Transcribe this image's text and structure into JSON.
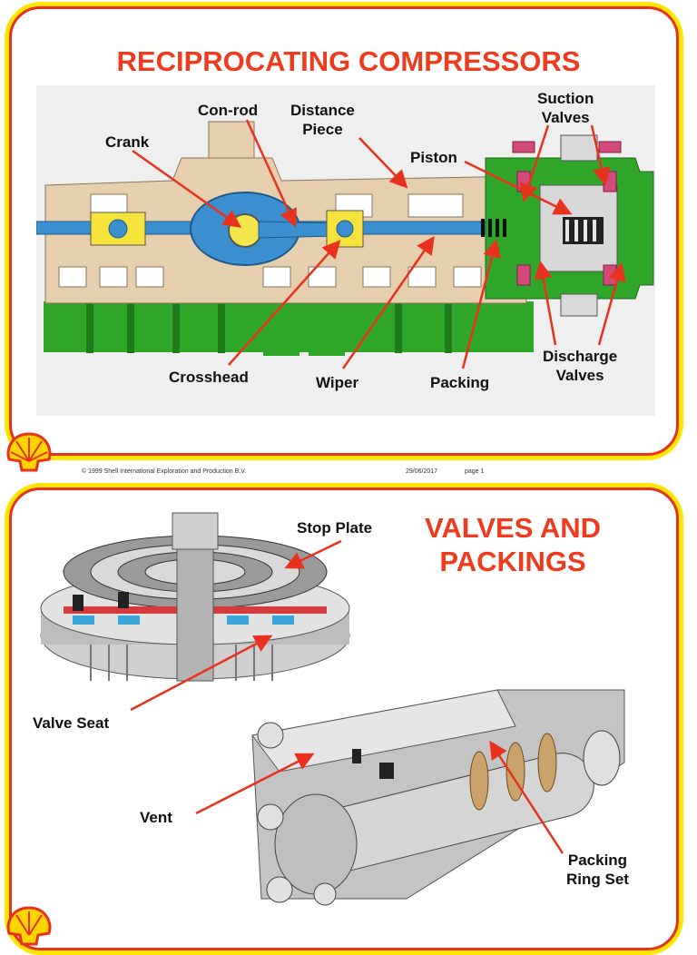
{
  "slide1": {
    "title": "RECIPROCATING COMPRESSORS",
    "labels": {
      "crank": "Crank",
      "conrod": "Con-rod",
      "distance_piece_line1": "Distance",
      "distance_piece_line2": "Piece",
      "piston": "Piston",
      "suction_line1": "Suction",
      "suction_line2": "Valves",
      "crosshead": "Crosshead",
      "wiper": "Wiper",
      "packing": "Packing",
      "discharge_line1": "Discharge",
      "discharge_line2": "Valves"
    },
    "footer": {
      "copyright": "© 1999 Shell International Exploration and Production B.V.",
      "date": "29/06/2017",
      "page": "page 1"
    }
  },
  "slide2": {
    "title_line1": "VALVES AND",
    "title_line2": "PACKINGS",
    "labels": {
      "stop_plate": "Stop Plate",
      "valve_seat": "Valve Seat",
      "vent": "Vent",
      "packing_line1": "Packing",
      "packing_line2": "Ring Set"
    }
  },
  "colors": {
    "title_red": "#ee3b1e",
    "border_yellow": "#ffe500",
    "border_red": "#e8321e",
    "arrow_red": "#e8321e"
  },
  "icons": [
    "shell-logo-icon"
  ]
}
